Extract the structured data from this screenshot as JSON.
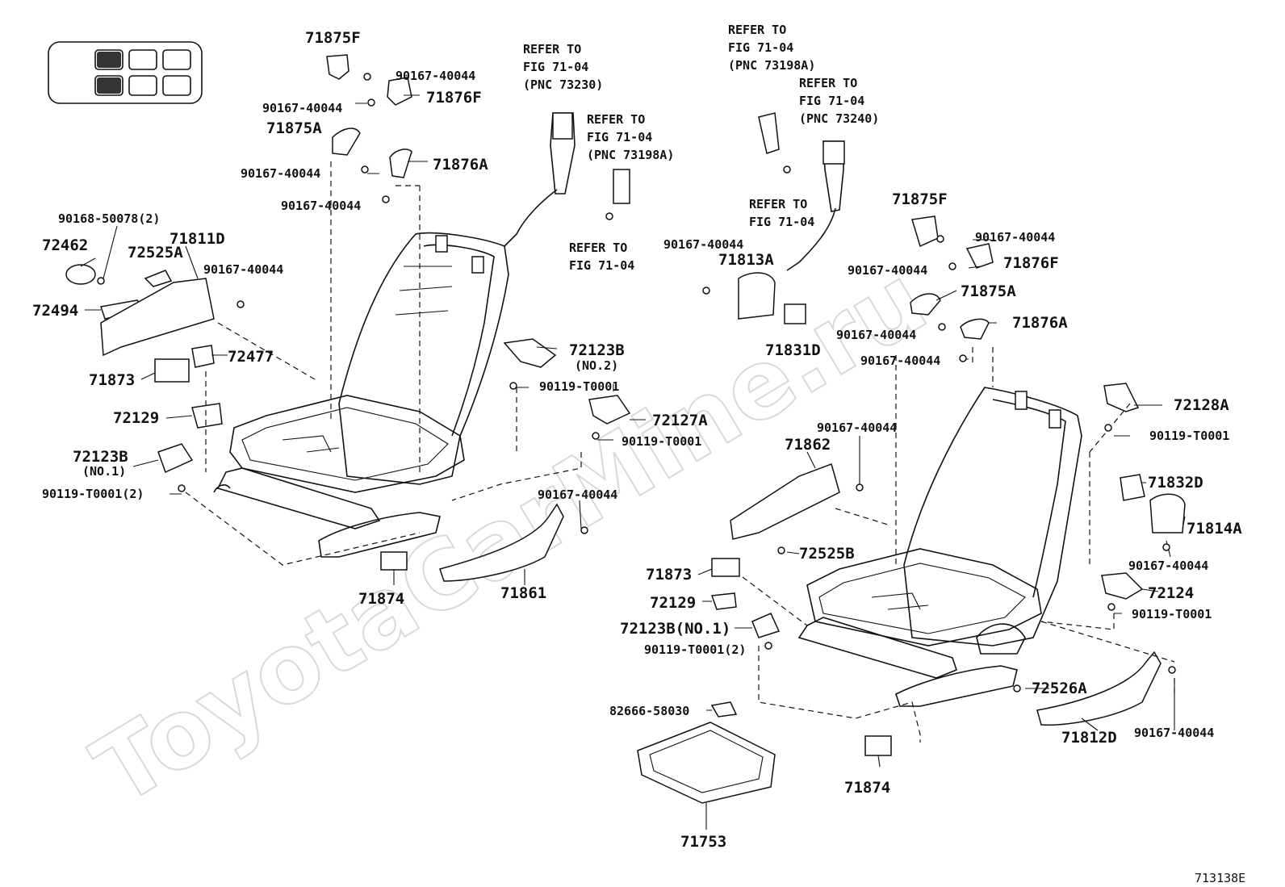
{
  "watermark": "ToyotaCarMine.ru",
  "diagram_code": "713138E",
  "labels": [
    {
      "id": "l01",
      "text": "71875F"
    },
    {
      "id": "l02",
      "text": "90167-40044"
    },
    {
      "id": "l03",
      "text": "71876F"
    },
    {
      "id": "l04",
      "text": "90167-40044"
    },
    {
      "id": "l05",
      "text": "71875A"
    },
    {
      "id": "l06",
      "text": "90167-40044"
    },
    {
      "id": "l07",
      "text": "71876A"
    },
    {
      "id": "l08",
      "text": "90167-40044"
    },
    {
      "id": "l09",
      "text": "90168-50078(2)"
    },
    {
      "id": "l10",
      "text": "72462"
    },
    {
      "id": "l11",
      "text": "72525A"
    },
    {
      "id": "l12",
      "text": "71811D"
    },
    {
      "id": "l13",
      "text": "90167-40044"
    },
    {
      "id": "l14",
      "text": "72494"
    },
    {
      "id": "l15",
      "text": "72477"
    },
    {
      "id": "l16",
      "text": "71873"
    },
    {
      "id": "l17",
      "text": "72129"
    },
    {
      "id": "l18",
      "text": "72123B"
    },
    {
      "id": "l19",
      "text": "(NO.1)"
    },
    {
      "id": "l20",
      "text": "90119-T0001(2)"
    },
    {
      "id": "l21",
      "text": "REFER TO"
    },
    {
      "id": "l22",
      "text": "FIG 71-04"
    },
    {
      "id": "l23",
      "text": "(PNC 73230)"
    },
    {
      "id": "l24",
      "text": "REFER TO"
    },
    {
      "id": "l25",
      "text": "FIG 71-04"
    },
    {
      "id": "l26",
      "text": "(PNC 73198A)"
    },
    {
      "id": "l27",
      "text": "REFER TO"
    },
    {
      "id": "l28",
      "text": "FIG 71-04"
    },
    {
      "id": "l29",
      "text": "72123B"
    },
    {
      "id": "l30",
      "text": "(NO.2)"
    },
    {
      "id": "l31",
      "text": "90119-T0001"
    },
    {
      "id": "l32",
      "text": "72127A"
    },
    {
      "id": "l33",
      "text": "90119-T0001"
    },
    {
      "id": "l34",
      "text": "90167-40044"
    },
    {
      "id": "l35",
      "text": "71874"
    },
    {
      "id": "l36",
      "text": "71861"
    },
    {
      "id": "l37",
      "text": "REFER TO"
    },
    {
      "id": "l38",
      "text": "FIG 71-04"
    },
    {
      "id": "l39",
      "text": "(PNC 73198A)"
    },
    {
      "id": "l40",
      "text": "REFER TO"
    },
    {
      "id": "l41",
      "text": "FIG 71-04"
    },
    {
      "id": "l42",
      "text": "(PNC 73240)"
    },
    {
      "id": "l43",
      "text": "REFER TO"
    },
    {
      "id": "l44",
      "text": "FIG 71-04"
    },
    {
      "id": "l45",
      "text": "90167-40044"
    },
    {
      "id": "l46",
      "text": "71813A"
    },
    {
      "id": "l47",
      "text": "71831D"
    },
    {
      "id": "l48",
      "text": "71875F"
    },
    {
      "id": "l49",
      "text": "90167-40044"
    },
    {
      "id": "l50",
      "text": "90167-40044"
    },
    {
      "id": "l51",
      "text": "71876F"
    },
    {
      "id": "l52",
      "text": "71875A"
    },
    {
      "id": "l53",
      "text": "90167-40044"
    },
    {
      "id": "l54",
      "text": "71876A"
    },
    {
      "id": "l55",
      "text": "90167-40044"
    },
    {
      "id": "l56",
      "text": "72128A"
    },
    {
      "id": "l57",
      "text": "90119-T0001"
    },
    {
      "id": "l58",
      "text": "90167-40044"
    },
    {
      "id": "l59",
      "text": "71862"
    },
    {
      "id": "l60",
      "text": "71832D"
    },
    {
      "id": "l61",
      "text": "71814A"
    },
    {
      "id": "l62",
      "text": "72525B"
    },
    {
      "id": "l63",
      "text": "90167-40044"
    },
    {
      "id": "l64",
      "text": "71873"
    },
    {
      "id": "l65",
      "text": "72124"
    },
    {
      "id": "l66",
      "text": "72129"
    },
    {
      "id": "l67",
      "text": "72123B(NO.1)"
    },
    {
      "id": "l68",
      "text": "90119-T0001"
    },
    {
      "id": "l69",
      "text": "90119-T0001(2)"
    },
    {
      "id": "l70",
      "text": "72526A"
    },
    {
      "id": "l71",
      "text": "82666-58030"
    },
    {
      "id": "l72",
      "text": "71812D"
    },
    {
      "id": "l73",
      "text": "90167-40044"
    },
    {
      "id": "l74",
      "text": "71874"
    },
    {
      "id": "l75",
      "text": "71753"
    }
  ]
}
